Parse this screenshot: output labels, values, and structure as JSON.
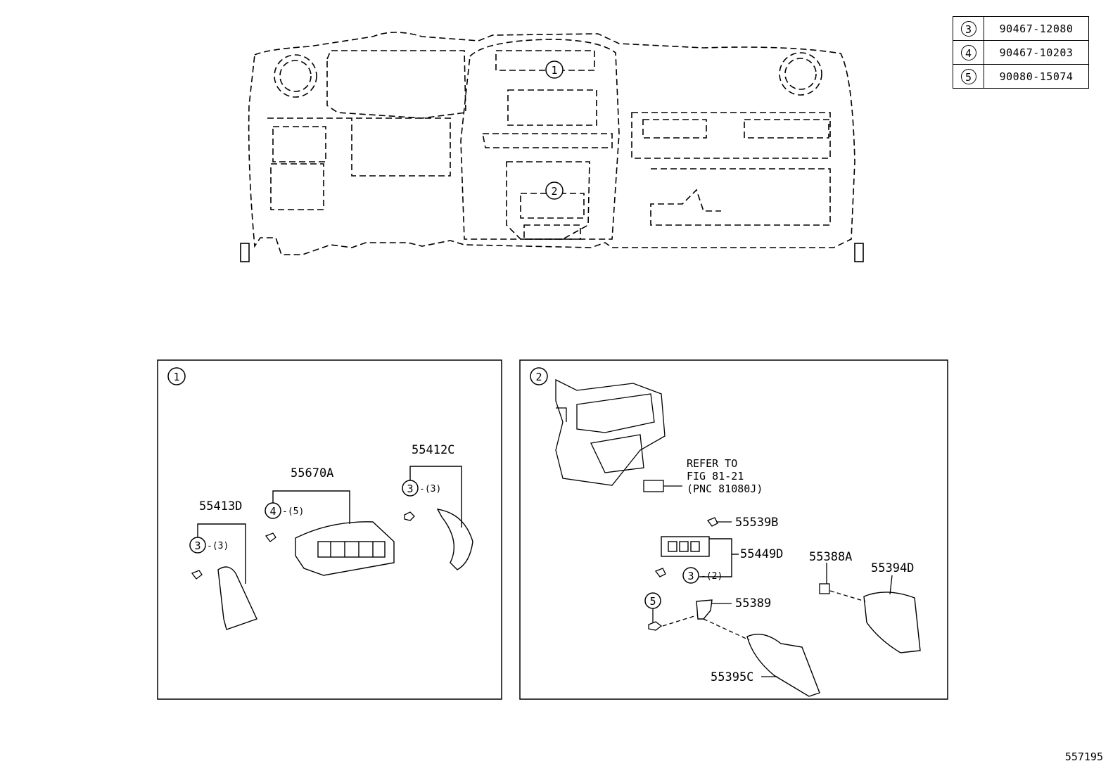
{
  "legend": [
    {
      "ref": "3",
      "part": "90467-12080"
    },
    {
      "ref": "4",
      "part": "90467-10203"
    },
    {
      "ref": "5",
      "part": "90080-15074"
    }
  ],
  "overview": {
    "callout1": "1",
    "callout2": "2"
  },
  "panel1": {
    "ref": "1",
    "parts": {
      "p55412C": "55412C",
      "p55670A": "55670A",
      "p55413D": "55413D"
    },
    "clips": [
      {
        "ref": "3",
        "qty": "-(3)"
      },
      {
        "ref": "4",
        "qty": "-(5)"
      },
      {
        "ref": "3",
        "qty": "-(3)"
      }
    ]
  },
  "panel2": {
    "ref": "2",
    "refer": [
      "REFER TO",
      "FIG 81-21",
      "(PNC 81080J)"
    ],
    "parts": {
      "p55539B": "55539B",
      "p55449D": "55449D",
      "p55388A": "55388A",
      "p55394D": "55394D",
      "p55389": "55389",
      "p55395C": "55395C"
    },
    "clip": {
      "ref": "3",
      "qty": "-(2)"
    },
    "screw_ref": "5"
  },
  "figure_id": "557195"
}
